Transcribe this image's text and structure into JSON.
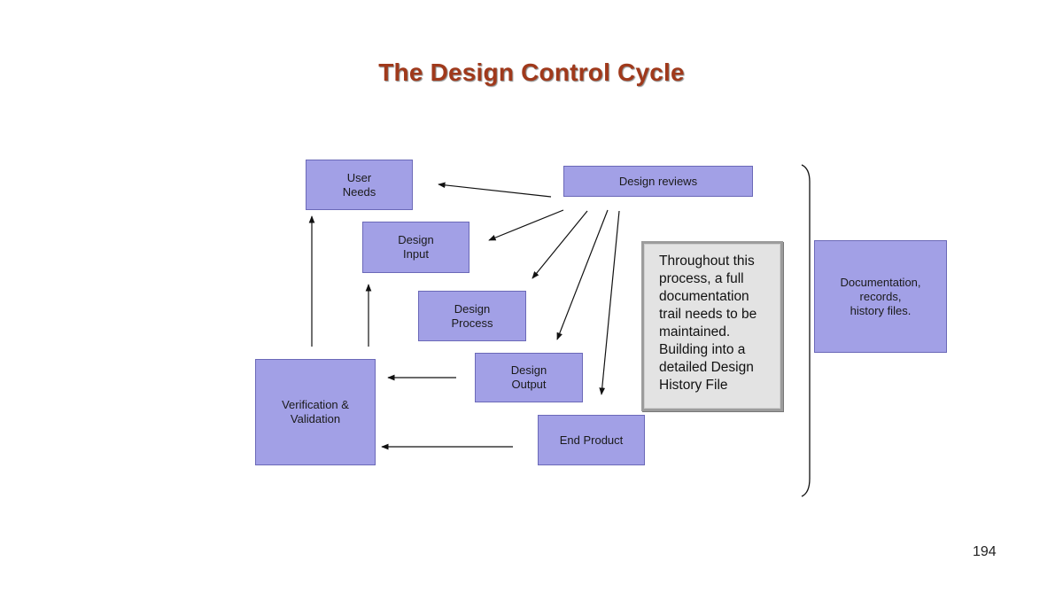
{
  "title": "The Design Control Cycle",
  "boxes": {
    "user_needs": "User\nNeeds",
    "design_reviews": "Design reviews",
    "design_input": "Design\nInput",
    "design_process": "Design\nProcess",
    "design_output": "Design\nOutput",
    "end_product": "End Product",
    "verification_validation": "Verification &\nValidation",
    "documentation": "Documentation,\nrecords,\nhistory files."
  },
  "note": "Throughout this process, a full documentation trail needs to be maintained. Building into a detailed Design History File",
  "page_number": "194",
  "colors": {
    "title": "#a0391b",
    "box_fill": "#a2a0e6",
    "box_border": "#6b69b8",
    "note_fill": "#e3e3e3"
  }
}
